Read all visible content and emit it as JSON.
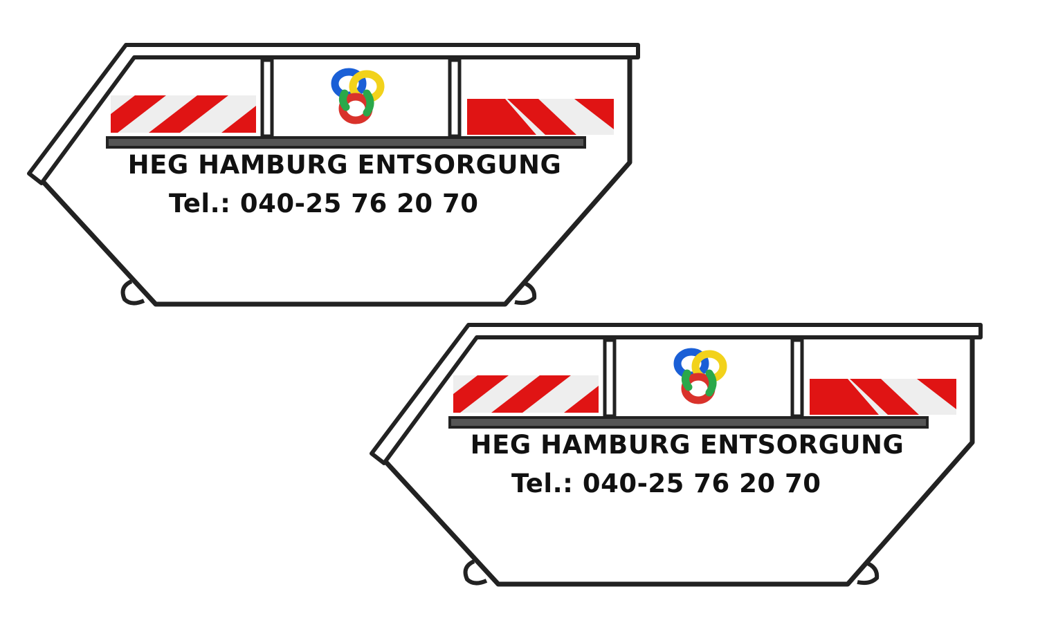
{
  "containers": [
    {
      "company": "HEG HAMBURG ENTSORGUNG",
      "phone": "Tel.: 040-25 76 20 70"
    },
    {
      "company": "HEG HAMBURG ENTSORGUNG",
      "phone": "Tel.: 040-25 76 20 70"
    }
  ],
  "colors": {
    "outline": "#222222",
    "stripe_red": "#e01414",
    "stripe_light": "#eeeeee",
    "logo_blue": "#1a5fd6",
    "logo_yellow": "#f2d21b",
    "logo_green": "#2aa84a",
    "logo_red": "#d9322b"
  },
  "icons": [
    "skip-container-icon",
    "knot-logo-icon",
    "warning-stripe-icon"
  ]
}
